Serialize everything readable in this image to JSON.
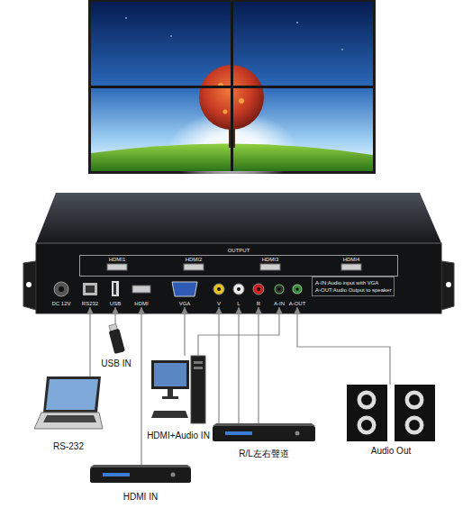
{
  "diagram": {
    "nodes": [
      {
        "text": [
          "OUTPUT"
        ]
      },
      {
        "text": [
          "HDMI1"
        ],
        "in": 0
      },
      {
        "text": [
          "HDMI2"
        ],
        "in": 0
      },
      {
        "text": [
          "HDMI3"
        ],
        "in": 0
      },
      {
        "text": [
          "HDMI4"
        ],
        "in": 0
      },
      {
        "text": [
          "A-IN:Audio input with VGA",
          "A-OUT:Audio Output to speaker"
        ]
      },
      {
        "text": [
          "DC 12V"
        ]
      },
      {
        "text": [
          "RS232"
        ]
      },
      {
        "text": [
          "USB"
        ]
      },
      {
        "text": [
          "HDMI"
        ]
      },
      {
        "text": [
          "VGA"
        ]
      },
      {
        "text": [
          "V"
        ]
      },
      {
        "text": [
          "L"
        ]
      },
      {
        "text": [
          "R"
        ]
      },
      {
        "text": [
          "A-IN"
        ]
      },
      {
        "text": [
          "A-OUT"
        ]
      },
      {
        "text": [
          "USB IN"
        ]
      },
      {
        "text": [
          "RS-232"
        ]
      },
      {
        "text": [
          "HDMI+Audio IN"
        ]
      },
      {
        "text": [
          "R/L左右聲道"
        ]
      },
      {
        "text": [
          "Audio Out"
        ]
      },
      {
        "text": [
          "HDMI IN"
        ]
      }
    ],
    "edges": [
      {
        "from": 16,
        "to": 8,
        "arrow": "to"
      },
      {
        "from": 17,
        "to": 7,
        "arrow": "to"
      },
      {
        "from": 21,
        "to": 9,
        "arrow": "to"
      },
      {
        "from": 18,
        "to": 10,
        "arrow": "to"
      },
      {
        "from": 18,
        "to": 14,
        "arrow": "to"
      },
      {
        "from": 19,
        "to": 11,
        "arrow": "to"
      },
      {
        "from": 19,
        "to": 12,
        "arrow": "to"
      },
      {
        "from": 19,
        "to": 13,
        "arrow": "to"
      },
      {
        "from": 20,
        "to": 15,
        "arrow": "to"
      }
    ]
  }
}
